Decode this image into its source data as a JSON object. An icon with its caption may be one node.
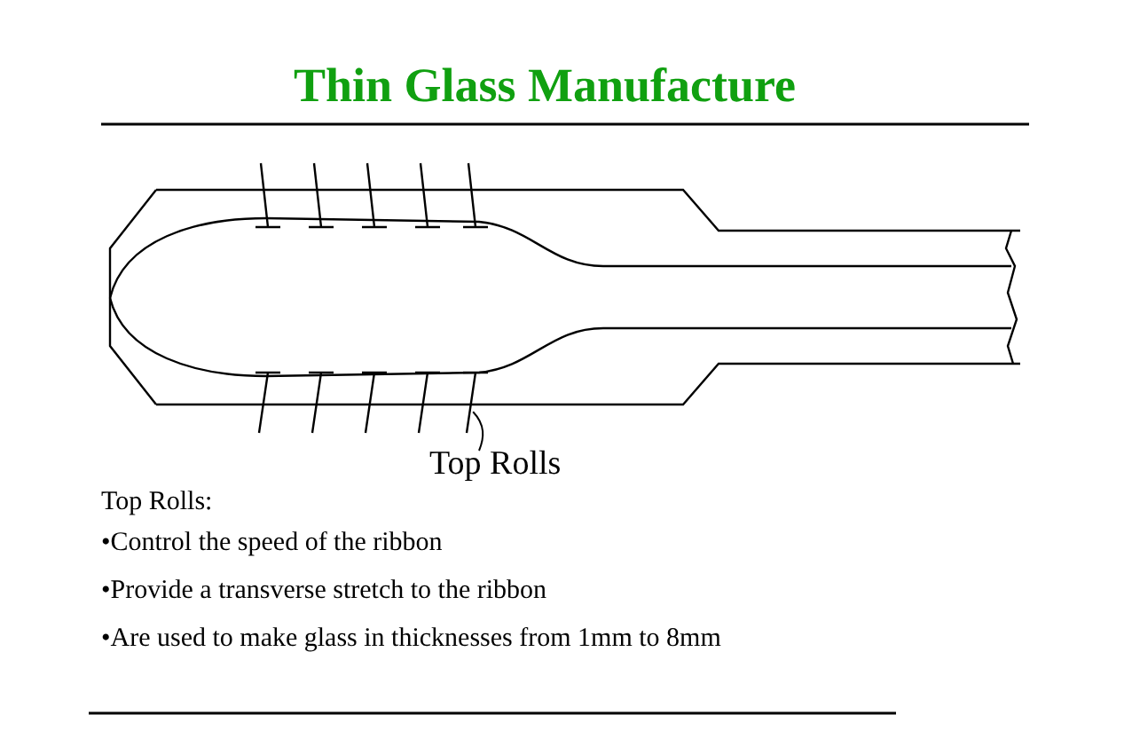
{
  "diagram": {
    "title": "Thin Glass Manufacture",
    "nodes": [
      {
        "text": [
          "Top Rolls"
        ]
      },
      {
        "text": [],
        "shape": "bar"
      }
    ],
    "edges": [
      {
        "from": 0,
        "to": 1,
        "arrow": "none"
      }
    ],
    "labels": [
      "Top Rolls:",
      "•Control the speed of the ribbon",
      "•Provide a transverse stretch to the ribbon",
      "•Are used to make glass in thicknesses from 1mm to 8mm"
    ]
  }
}
